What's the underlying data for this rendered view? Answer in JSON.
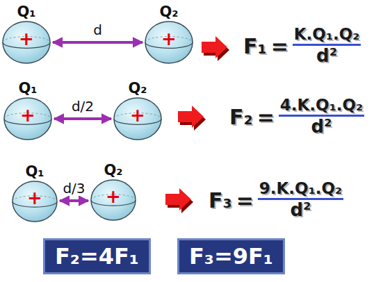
{
  "diagram": {
    "nodes": [
      {
        "text": [
          "Q₁",
          "+"
        ]
      },
      {
        "text": [
          "Q₂",
          "+"
        ]
      },
      {
        "text": [
          "Q₁",
          "+"
        ]
      },
      {
        "text": [
          "Q₂",
          "+"
        ]
      },
      {
        "text": [
          "Q₁",
          "+"
        ]
      },
      {
        "text": [
          "Q₂",
          "+"
        ]
      },
      {
        "text": [
          "F₂=4F₁"
        ]
      },
      {
        "text": [
          "F₃=9F₁"
        ]
      }
    ],
    "edges": [
      {
        "from": 0,
        "to": 1,
        "label": "d",
        "arrow": "both"
      },
      {
        "from": 2,
        "to": 3,
        "label": "d/2",
        "arrow": "both"
      },
      {
        "from": 4,
        "to": 5,
        "label": "d/3",
        "arrow": "both"
      }
    ],
    "labels": [
      "F₁",
      "=",
      "K.Q₁.Q₂",
      "d²",
      "F₂",
      "=",
      "4.K.Q₁.Q₂",
      "d²",
      "F₃",
      "=",
      "9.K.Q₁.Q₂",
      "d²"
    ]
  }
}
